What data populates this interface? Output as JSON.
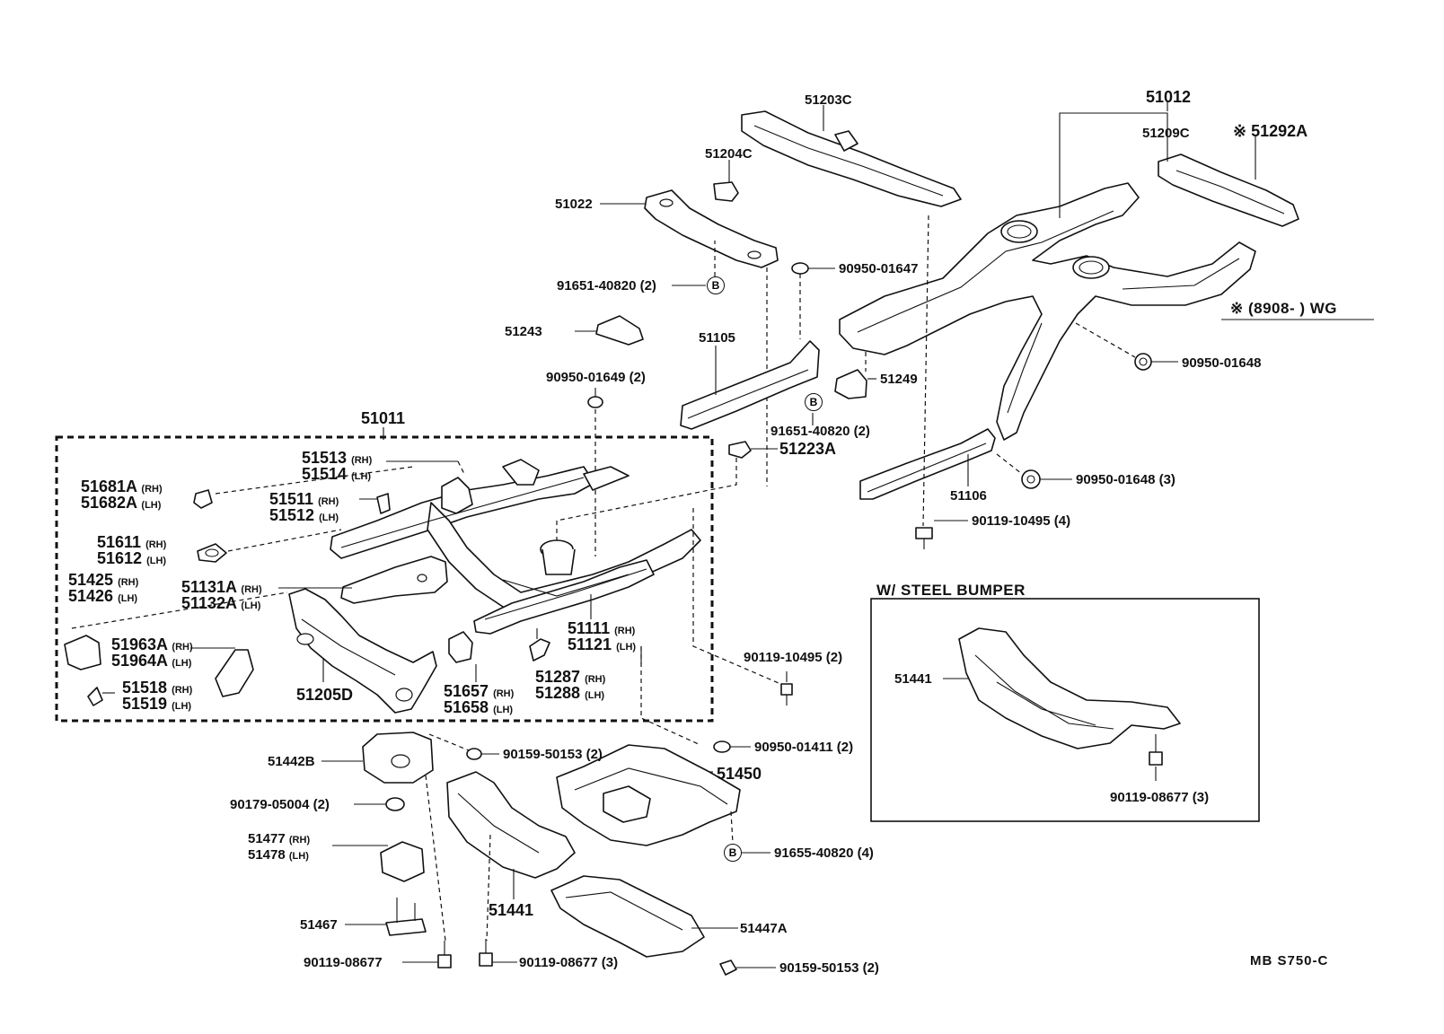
{
  "parts": {
    "p51203C": "51203C",
    "p51012": "51012",
    "p51209C": "51209C",
    "p51292A": "※ 51292A",
    "p51204C": "51204C",
    "p51022": "51022",
    "p90950_01647": "90950-01647",
    "p91651_40820_top": "91651-40820 (2)",
    "p51243": "51243",
    "p51105": "51105",
    "p90950_01649": "90950-01649 (2)",
    "p51249": "51249",
    "p91651_40820_mid": "91651-40820 (2)",
    "p90950_01648": "90950-01648",
    "p51011": "51011",
    "p51223A": "51223A",
    "p51106": "51106",
    "p90950_01648_3": "90950-01648 (3)",
    "p90119_10495_4": "90119-10495 (4)",
    "p51513": "51513",
    "p51514": "51514",
    "p51681A": "51681A",
    "p51682A": "51682A",
    "p51511": "51511",
    "p51512": "51512",
    "p51611": "51611",
    "p51612": "51612",
    "p51425": "51425",
    "p51426": "51426",
    "p51131A": "51131A",
    "p51132A": "51132A",
    "p51963A": "51963A",
    "p51964A": "51964A",
    "p51518": "51518",
    "p51519": "51519",
    "p51205D": "51205D",
    "p51111": "51111",
    "p51121": "51121",
    "p51657": "51657",
    "p51658": "51658",
    "p51287": "51287",
    "p51288": "51288",
    "p90119_10495_2": "90119-10495 (2)",
    "p51442B": "51442B",
    "p90159_50153_a": "90159-50153 (2)",
    "p90950_01411": "90950-01411 (2)",
    "p51450": "51450",
    "p90179_05004": "90179-05004 (2)",
    "p51477": "51477",
    "p51478": "51478",
    "p91655_40820": "91655-40820 (4)",
    "p51441": "51441",
    "p51447A": "51447A",
    "p51467": "51467",
    "p90119_08677": "90119-08677",
    "p90119_08677_3": "90119-08677 (3)",
    "p90159_50153_b": "90159-50153 (2)",
    "p51441_sb": "51441",
    "p90119_08677_sb": "90119-08677 (3)"
  },
  "qualifiers": {
    "rh": "(RH)",
    "lh": "(LH)"
  },
  "callout": "B",
  "notes": {
    "wg": "※ (8908-          ) WG",
    "steel_bumper": "W/ STEEL  BUMPER",
    "drawing_code": "MB  S750-C"
  }
}
